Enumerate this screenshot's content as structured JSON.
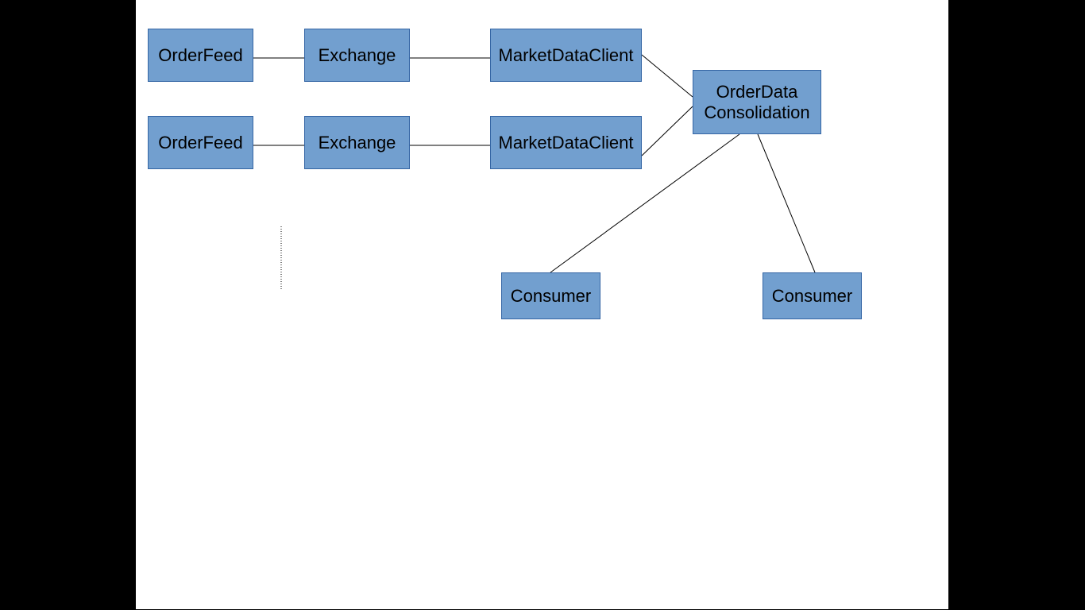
{
  "diagram": {
    "nodes": {
      "orderfeed_1": "OrderFeed",
      "exchange_1": "Exchange",
      "market_data_client_1": "MarketDataClient",
      "orderfeed_2": "OrderFeed",
      "exchange_2": "Exchange",
      "market_data_client_2": "MarketDataClient",
      "consolidation": "OrderData\nConsolidation",
      "consumer_1": "Consumer",
      "consumer_2": "Consumer"
    },
    "edges": [
      [
        "orderfeed_1",
        "exchange_1"
      ],
      [
        "exchange_1",
        "market_data_client_1"
      ],
      [
        "orderfeed_2",
        "exchange_2"
      ],
      [
        "exchange_2",
        "market_data_client_2"
      ],
      [
        "market_data_client_1",
        "consolidation"
      ],
      [
        "market_data_client_2",
        "consolidation"
      ],
      [
        "consolidation",
        "consumer_1"
      ],
      [
        "consolidation",
        "consumer_2"
      ]
    ]
  },
  "colors": {
    "node_fill": "#729fcf",
    "node_border": "#3465a4",
    "background": "#ffffff",
    "frame": "#000000",
    "line": "#000000"
  }
}
